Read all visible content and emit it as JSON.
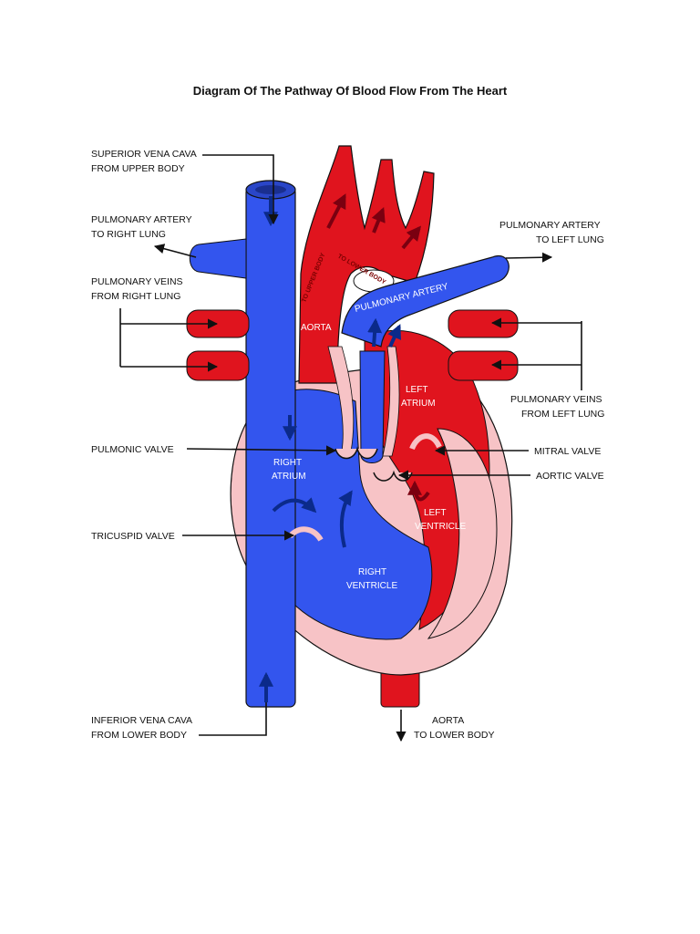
{
  "title": "Diagram Of The Pathway Of Blood Flow From The Heart",
  "labels": {
    "svc": [
      "SUPERIOR VENA CAVA",
      "FROM UPPER BODY"
    ],
    "pa_right": [
      "PULMONARY ARTERY",
      "TO RIGHT LUNG"
    ],
    "pv_right": [
      "PULMONARY VEINS",
      "FROM RIGHT LUNG"
    ],
    "pulmonic_valve": "PULMONIC VALVE",
    "tricuspid_valve": "TRICUSPID VALVE",
    "ivc": [
      "INFERIOR VENA CAVA",
      "FROM LOWER BODY"
    ],
    "pa_left": [
      "PULMONARY ARTERY",
      "TO LEFT LUNG"
    ],
    "pv_left": [
      "PULMONARY VEINS",
      "FROM LEFT LUNG"
    ],
    "mitral_valve": "MITRAL VALVE",
    "aortic_valve": "AORTIC VALVE",
    "aorta_lower": [
      "AORTA",
      "TO LOWER BODY"
    ]
  },
  "inner_labels": {
    "aorta": "AORTA",
    "pulmonary_artery": "PULMONARY ARTERY",
    "to_upper_body": "TO UPPER BODY",
    "to_lower_body": "TO LOWER BODY",
    "left_atrium": [
      "LEFT",
      "ATRIUM"
    ],
    "right_atrium": [
      "RIGHT",
      "ATRIUM"
    ],
    "left_ventricle": [
      "LEFT",
      "VENTRICLE"
    ],
    "right_ventricle": [
      "RIGHT",
      "VENTRICLE"
    ]
  },
  "colors": {
    "deoxygenated": "#3355ee",
    "oxygenated": "#e0141e",
    "wall": "#f7c3c6"
  }
}
